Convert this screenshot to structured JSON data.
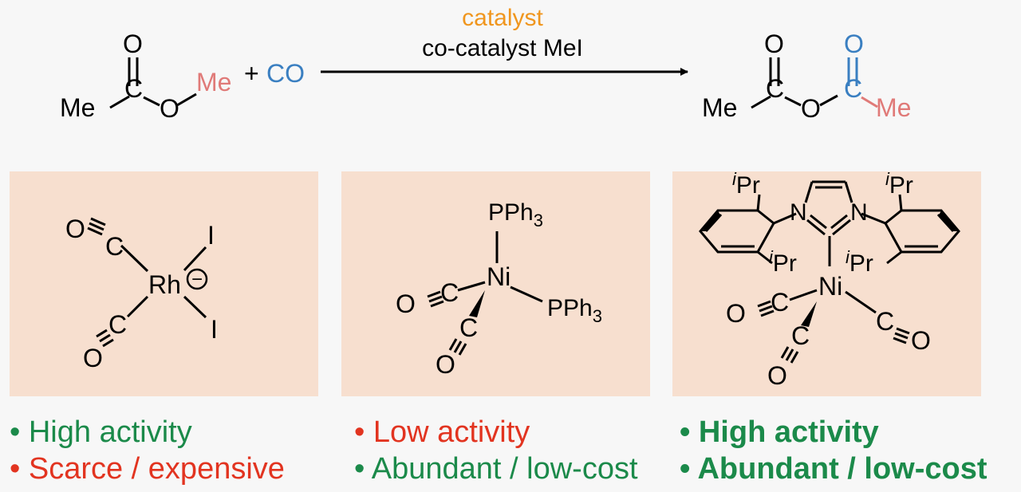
{
  "colors": {
    "background": "#f7f7f7",
    "panel": "#f7dfcf",
    "catalyst_text": "#f0961e",
    "highlight_pink": "#e07a78",
    "co_blue": "#3a7fc1",
    "positive_green": "#1b8a4a",
    "negative_red": "#e23420",
    "ink": "#000000"
  },
  "reaction": {
    "catalyst_label": "catalyst",
    "cocatalyst_label": "co-catalyst MeI",
    "plus": "+",
    "reagent": "CO",
    "atoms": {
      "O": "O",
      "C": "C",
      "Me": "Me"
    }
  },
  "catalysts": [
    {
      "name": "rhodium",
      "atoms": {
        "metal": "Rh",
        "charge": "−",
        "I": "I",
        "C": "C",
        "O": "O"
      },
      "bullets": [
        {
          "text": "• High activity",
          "tone": "positive",
          "bold": false
        },
        {
          "text": "• Scarce / expensive",
          "tone": "negative",
          "bold": false
        }
      ]
    },
    {
      "name": "nickel-phosphine",
      "atoms": {
        "metal": "Ni",
        "ligand": "PPh",
        "sub": "3",
        "C": "C",
        "O": "O"
      },
      "bullets": [
        {
          "text": "• Low activity",
          "tone": "negative",
          "bold": false
        },
        {
          "text": "• Abundant / low-cost",
          "tone": "positive",
          "bold": false
        }
      ]
    },
    {
      "name": "nickel-nhc",
      "atoms": {
        "metal": "Ni",
        "N": "N",
        "i": "i",
        "Pr": "Pr",
        "C": "C",
        "O": "O"
      },
      "bullets": [
        {
          "text": "• High activity",
          "tone": "positive",
          "bold": true
        },
        {
          "text": "• Abundant / low-cost",
          "tone": "positive",
          "bold": true
        }
      ]
    }
  ]
}
